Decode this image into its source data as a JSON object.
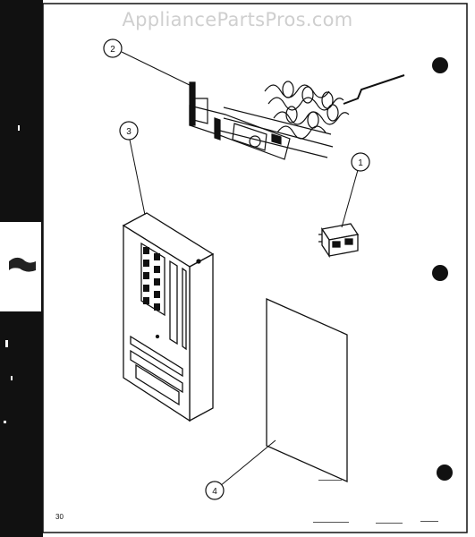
{
  "watermark": "AppliancePartsPros.com",
  "page_number": "30",
  "callouts": [
    {
      "label": "1",
      "part": "relay"
    },
    {
      "label": "2",
      "part": "heater-element-assembly"
    },
    {
      "label": "3",
      "part": "control-box"
    },
    {
      "label": "4",
      "part": "panel"
    }
  ],
  "colors": {
    "ink": "#111111",
    "watermark": "#cfcfcf",
    "paper": "#ffffff"
  }
}
